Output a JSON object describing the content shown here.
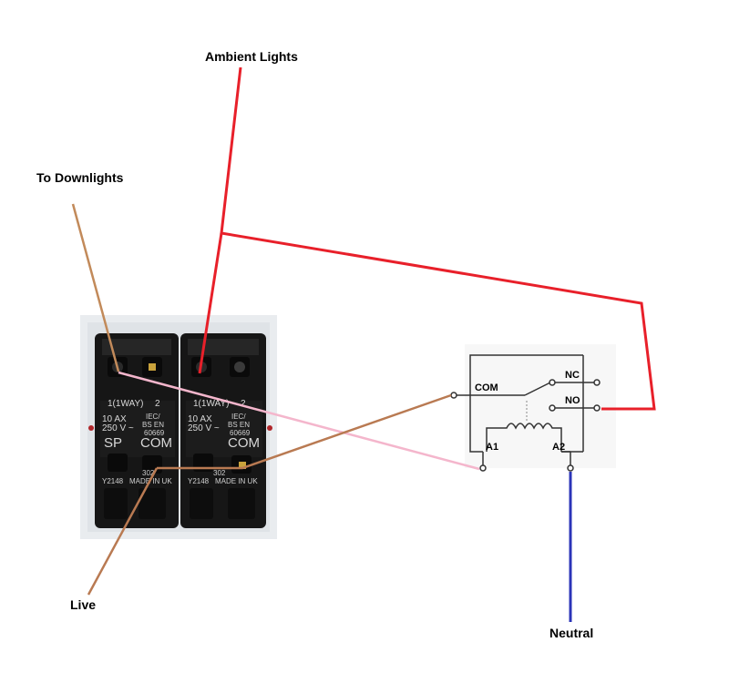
{
  "labels": {
    "ambient_lights": "Ambient Lights",
    "to_downlights": "To Downlights",
    "live": "Live",
    "neutral": "Neutral"
  },
  "relay": {
    "com": "COM",
    "nc": "NC",
    "no": "NO",
    "a1": "A1",
    "a2": "A2"
  },
  "switch_markings": [
    {
      "way": "1(1WAY)",
      "gang": "2",
      "rating": "10 AX",
      "voltage": "250 V ~",
      "standard_1": "IEC/",
      "standard_2": "BS EN",
      "standard_3": "60669",
      "sp": "SP",
      "com": "COM",
      "model": "302",
      "code": "Y2148",
      "made": "MADE IN UK"
    },
    {
      "way": "1(1WAY)",
      "gang": "2",
      "rating": "10 AX",
      "voltage": "250 V ~",
      "standard_1": "IEC/",
      "standard_2": "BS EN",
      "standard_3": "60669",
      "sp": "",
      "com": "COM",
      "model": "302",
      "code": "Y2148",
      "made": "MADE IN UK"
    }
  ],
  "wire_colors": {
    "ambient": "#e8202a",
    "downlights": "#c28a5a",
    "live": "#b97a52",
    "switched": "#f4b6cc",
    "neutral": "#2b34b8",
    "relay_lines": "#333333"
  }
}
